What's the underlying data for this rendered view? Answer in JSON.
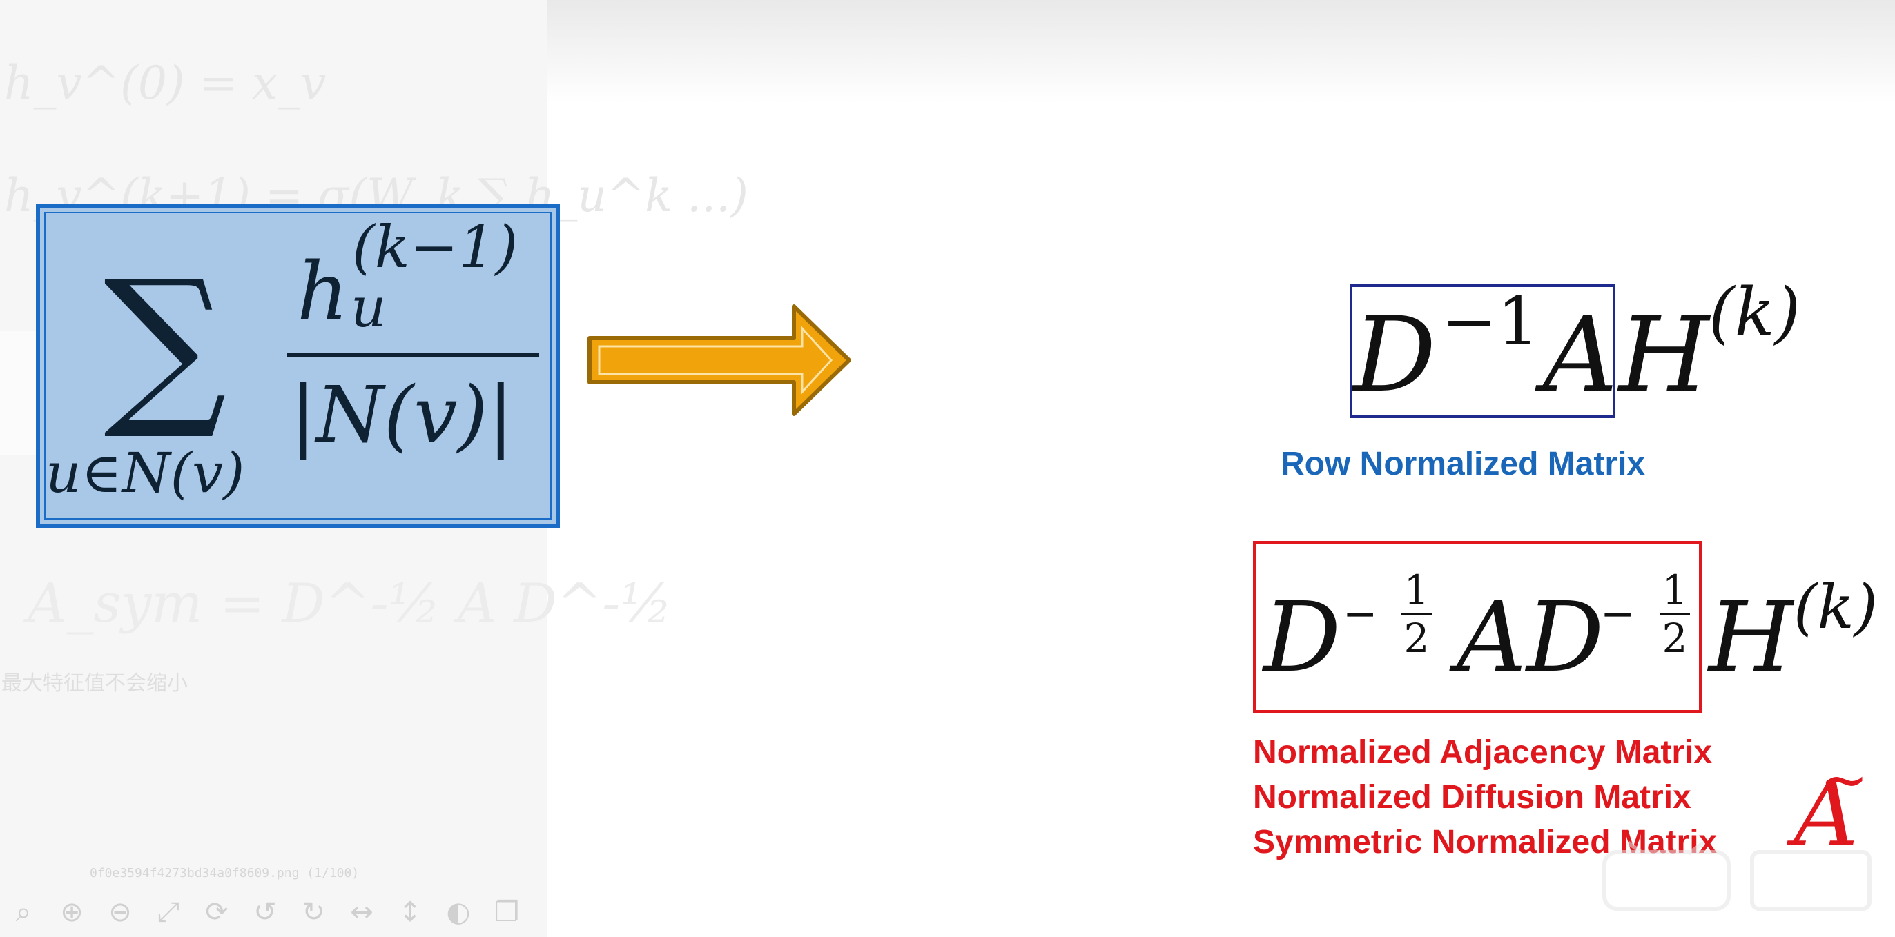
{
  "viewer": {
    "ghost_text": {
      "line1": "h_v^(0) = x_v",
      "line2": "h_v^(k+1) = σ(W_k ∑ h_u^k ...)",
      "line3": "A_sym = D^-½ A D^-½",
      "note_cn": "最大特征值不会缩小",
      "status": "0f0e3594f4273bd34a0f8609.png (1/100)"
    },
    "toolbar": [
      {
        "name": "zoom-fit-icon",
        "glyph": "⌕"
      },
      {
        "name": "zoom-in-icon",
        "glyph": "⊕"
      },
      {
        "name": "zoom-out-icon",
        "glyph": "⊖"
      },
      {
        "name": "fullscreen-icon",
        "glyph": "⤢"
      },
      {
        "name": "refresh-icon",
        "glyph": "⟳"
      },
      {
        "name": "rotate-left-icon",
        "glyph": "↺"
      },
      {
        "name": "rotate-right-icon",
        "glyph": "↻"
      },
      {
        "name": "flip-horizontal-icon",
        "glyph": "↔"
      },
      {
        "name": "flip-vertical-icon",
        "glyph": "↕"
      },
      {
        "name": "contrast-icon",
        "glyph": "◐"
      },
      {
        "name": "copy-icon",
        "glyph": "❐"
      }
    ]
  },
  "formula_left": {
    "sigma": "∑",
    "sum_subscript": "u∈N(v)",
    "numerator_base": "h",
    "numerator_sup": "(k−1)",
    "numerator_sub": "u",
    "denominator": "|N(v)|"
  },
  "formula_row": {
    "D": "D",
    "sup": "−1",
    "A": "A",
    "H": "H",
    "H_sup": "(k)",
    "label": "Row Normalized Matrix"
  },
  "formula_sym": {
    "D": "D",
    "minus": "−",
    "frac_num": "1",
    "frac_den": "2",
    "AD": "AD",
    "H": "H",
    "H_sup": "(k)",
    "labels": [
      "Normalized Adjacency Matrix",
      "Normalized Diffusion Matrix",
      "Symmetric Normalized Matrix"
    ],
    "symbol": "A",
    "symbol_mark": "~"
  },
  "colors": {
    "blue_fill": "#a9c8e7",
    "blue_border": "#1a6cc6",
    "arrow_fill": "#f0a30a",
    "arrow_stroke": "#9a6a06",
    "row_label": "#1a67b9",
    "red": "#e0181e",
    "navy_box": "#1e2a8e"
  },
  "watermark": {
    "icon": "bilibili-logo-icon"
  }
}
